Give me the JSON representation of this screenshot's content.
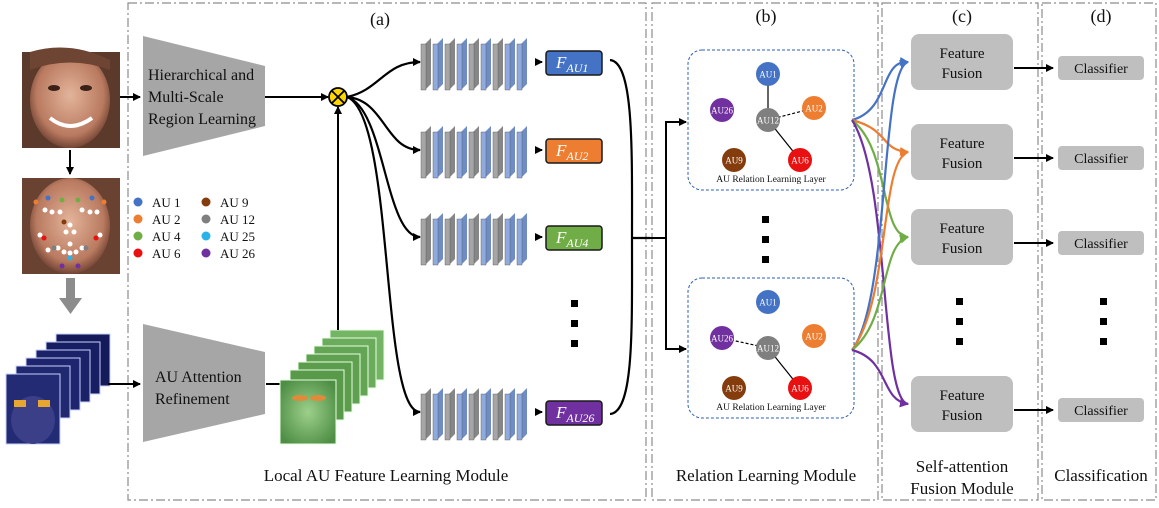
{
  "panels": {
    "a": "(a)",
    "b": "(b)",
    "c": "(c)",
    "d": "(d)"
  },
  "modules": {
    "local": "Local AU Feature Learning Module",
    "relation": "Relation Learning Module",
    "fusion_line1": "Self-attention",
    "fusion_line2": "Fusion Module",
    "classification": "Classification"
  },
  "blocks": {
    "hierarchical": [
      "Hierarchical and",
      "Multi-Scale",
      "Region Learning"
    ],
    "attention": [
      "AU Attention",
      "Refinement"
    ]
  },
  "legend": [
    {
      "label": "AU 1",
      "color": "#4472c4"
    },
    {
      "label": "AU 2",
      "color": "#ed7d31"
    },
    {
      "label": "AU 4",
      "color": "#70ad47"
    },
    {
      "label": "AU 6",
      "color": "#e81010"
    },
    {
      "label": "AU 9",
      "color": "#843c0c"
    },
    {
      "label": "AU 12",
      "color": "#7f7f7f"
    },
    {
      "label": "AU 25",
      "color": "#2bb3e8"
    },
    {
      "label": "AU 26",
      "color": "#7030a0"
    }
  ],
  "features": [
    {
      "main": "F",
      "sub": "AU1",
      "color": "#4472c4"
    },
    {
      "main": "F",
      "sub": "AU2",
      "color": "#ed7d31"
    },
    {
      "main": "F",
      "sub": "AU4",
      "color": "#70ad47"
    },
    {
      "main": "F",
      "sub": "AU26",
      "color": "#7030a0"
    }
  ],
  "relation_layer_label": "AU Relation Learning Layer",
  "graph_nodes": {
    "au1": "AU1",
    "au2": "AU2",
    "au12": "AU12",
    "au26": "AU26",
    "au9": "AU9",
    "au6": "AU6"
  },
  "feature_fusion": [
    "Feature",
    "Fusion"
  ],
  "classifier": "Classifier",
  "colors": {
    "block_gray": "#a6a6a6",
    "fusion_gray": "#bfbfbf",
    "panel_dash": "#8c8c8c",
    "graph_border": "#2e5fb0"
  }
}
